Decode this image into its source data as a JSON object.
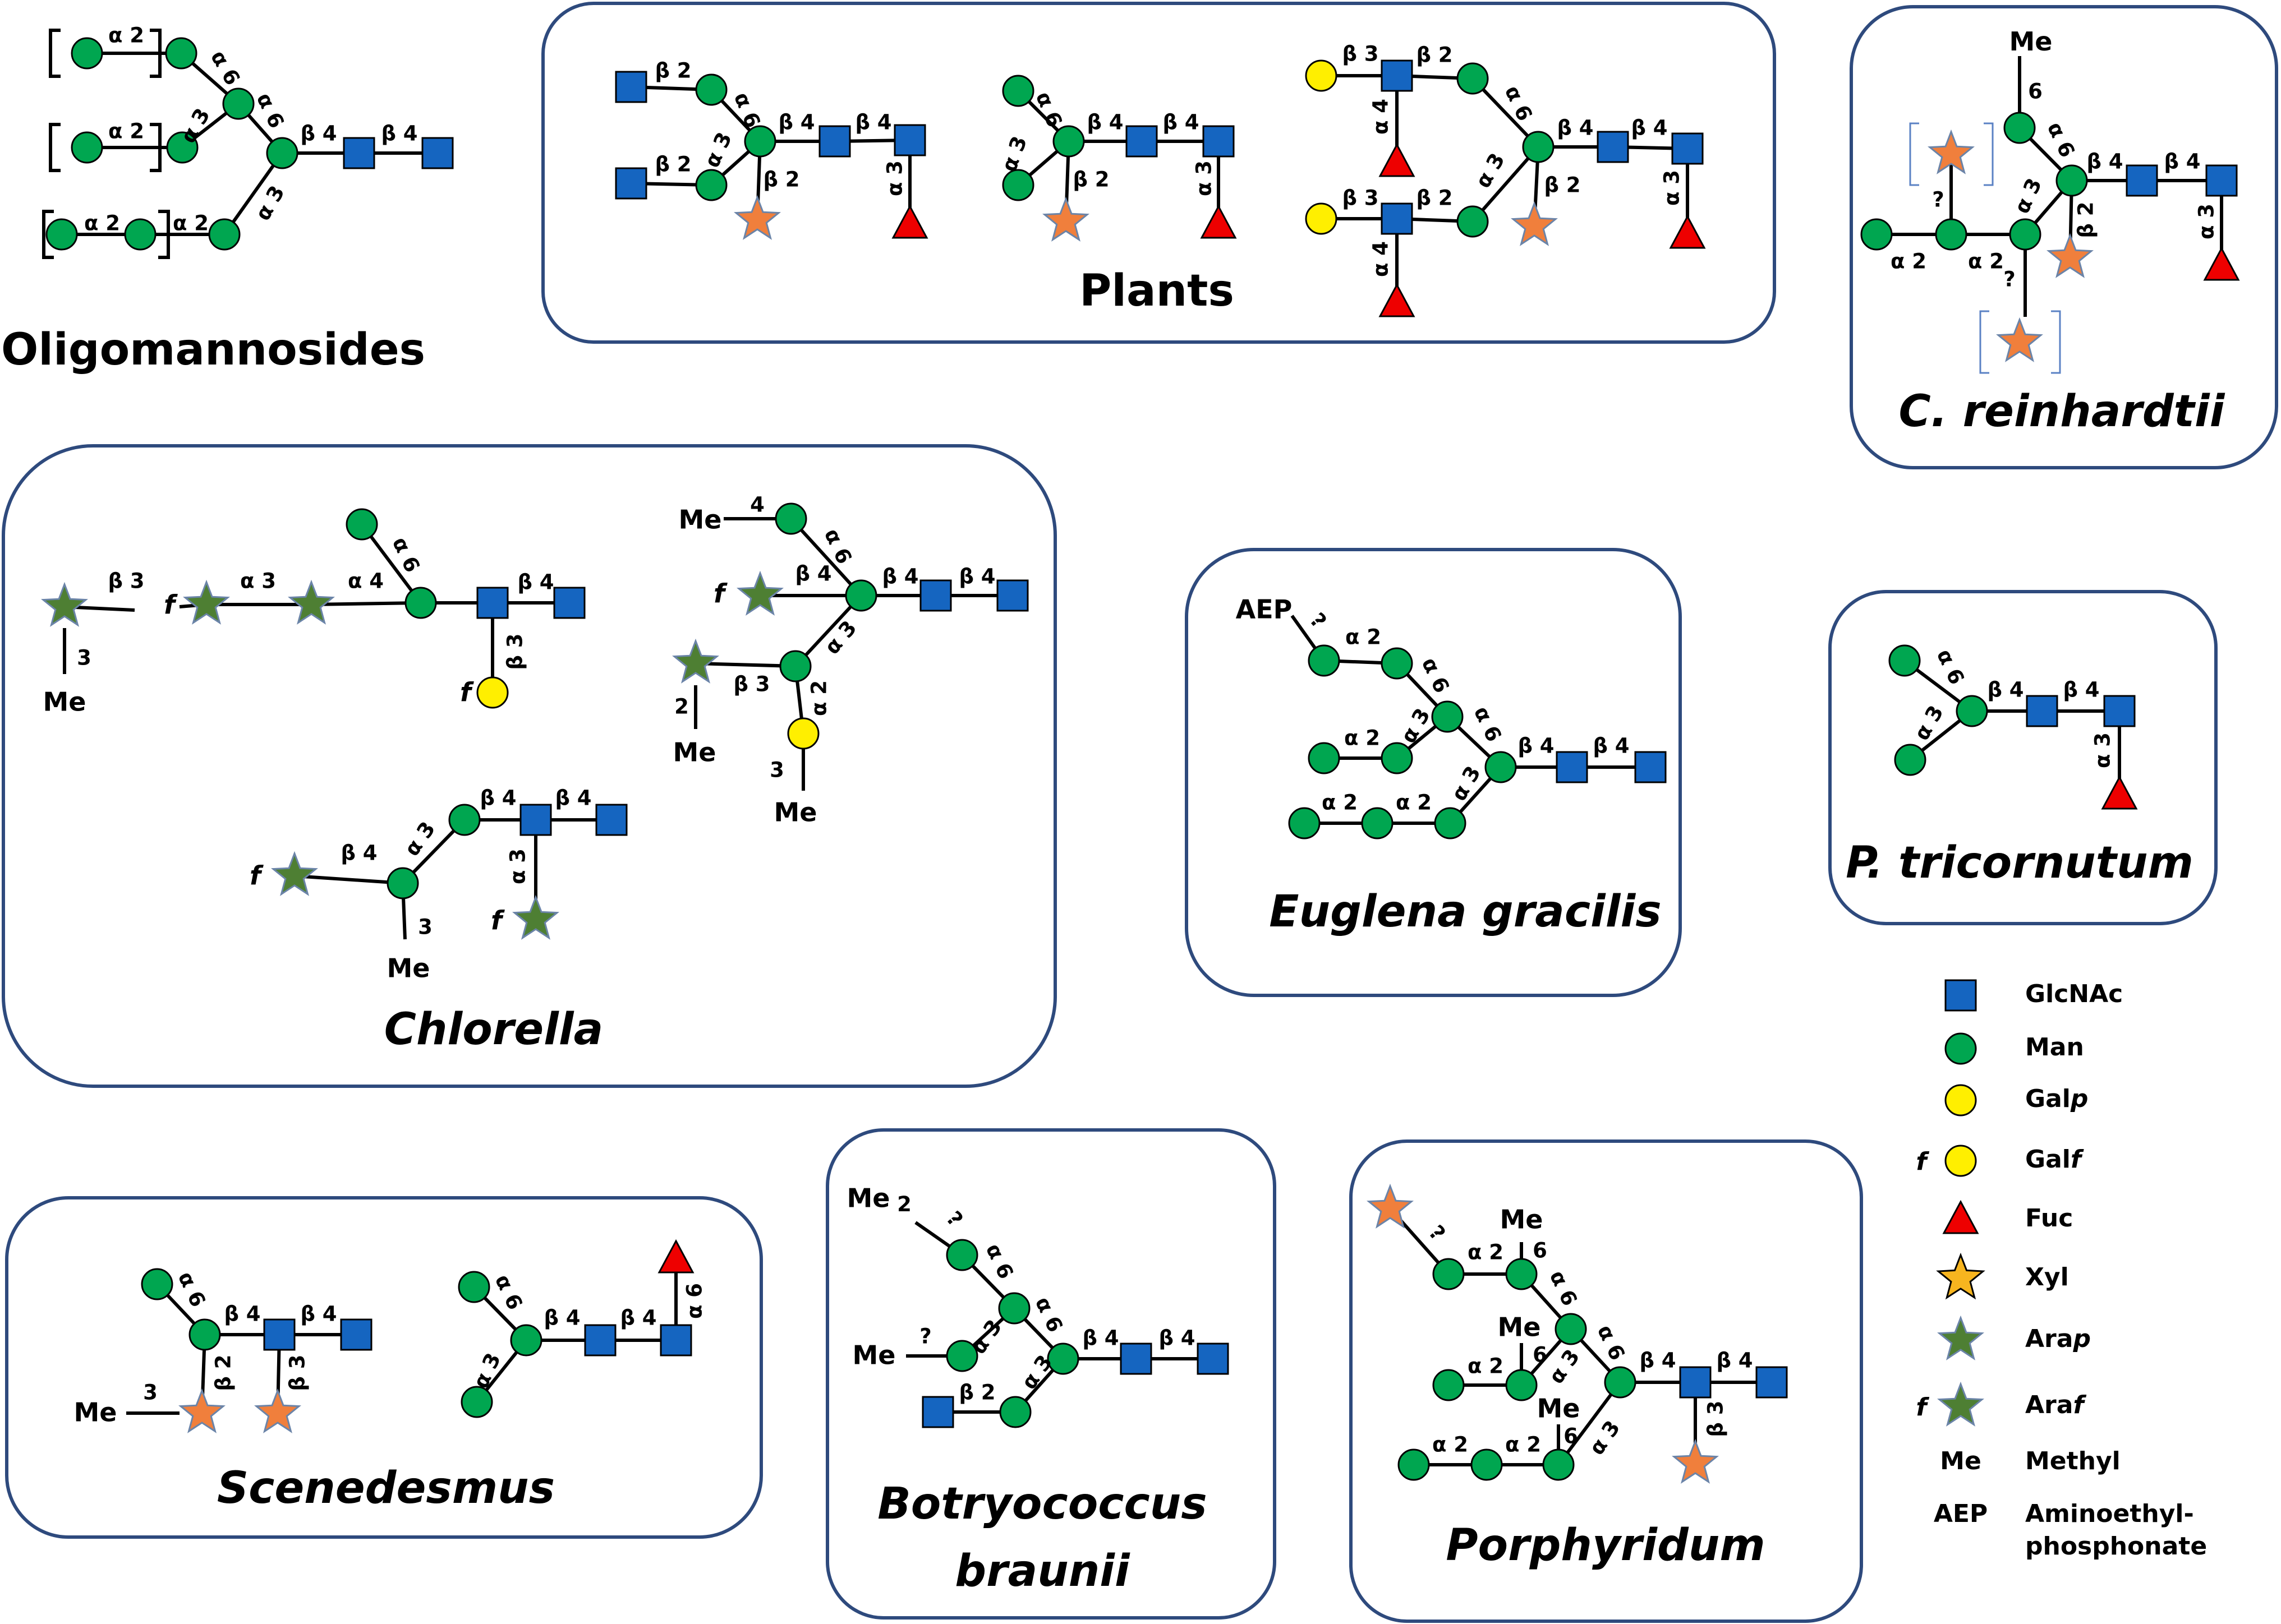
{
  "colors": {
    "glcnac": "#1565c0",
    "man": "#00a650",
    "gal": "#ffef00",
    "fuc": "#ee0000",
    "xyl": "#f07f3c",
    "ara": "#4e7f33",
    "frame": "#2e4a7d"
  },
  "titles": {
    "oligomannosides": "Oligomannosides",
    "plants": "Plants",
    "creinhardtii": "C. reinhardtii",
    "chlorella": "Chlorella",
    "euglena": "Euglena gracilis",
    "ptricornutum": "P. tricornutum",
    "scenedesmus": "Scenedesmus",
    "botryococcus_1": "Botryococcus",
    "botryococcus_2": "braunii",
    "porphyridum": "Porphyridum"
  },
  "labels": {
    "a2": "α 2",
    "a3": "α 3",
    "a4": "α 4",
    "a6": "α 6",
    "b2": "β 2",
    "b3": "β 3",
    "b4": "β 4",
    "me": "Me",
    "me2": "Me",
    "sub2": "2",
    "aep": "AEP",
    "f": "f",
    "q": "?",
    "n2": "2",
    "n3": "3",
    "n4": "4",
    "n6": "6"
  },
  "legend": [
    {
      "icon": "glcnac-square-icon",
      "label": "GlcNAc",
      "prefix": ""
    },
    {
      "icon": "man-circle-icon",
      "label": "Man",
      "prefix": ""
    },
    {
      "icon": "galp-circle-icon",
      "label": "Gal",
      "suffix": "p",
      "prefix": ""
    },
    {
      "icon": "galf-circle-icon",
      "label": "Gal",
      "suffix": "f",
      "prefix": "f"
    },
    {
      "icon": "fuc-triangle-icon",
      "label": "Fuc",
      "prefix": ""
    },
    {
      "icon": "xyl-star-icon",
      "label": "Xyl",
      "prefix": ""
    },
    {
      "icon": "arap-star-icon",
      "label": "Ara",
      "suffix": "p",
      "prefix": ""
    },
    {
      "icon": "araf-star-icon",
      "label": "Ara",
      "suffix": "f",
      "prefix": "f"
    },
    {
      "icon": "methyl-text",
      "symbol": "Me",
      "label": "Methyl"
    },
    {
      "icon": "aep-text",
      "symbol": "AEP",
      "label": "Aminoethyl-",
      "label2": "phosphonate"
    }
  ]
}
